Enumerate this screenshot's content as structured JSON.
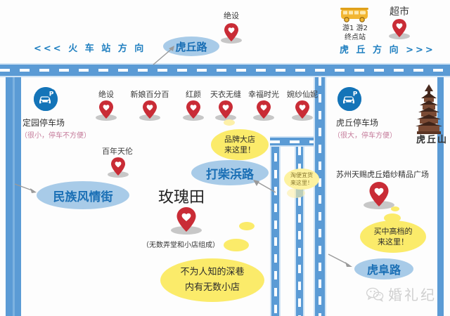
{
  "map": {
    "directions": [
      {
        "name": "train-station-direction",
        "text": "<<< 火 车 站 方 向"
      },
      {
        "name": "huqiu-direction",
        "text": "虎 丘 方 向  >>>"
      }
    ],
    "road_labels": [
      {
        "name": "huqiu-road",
        "text": "虎丘路"
      },
      {
        "name": "dachaibang-road",
        "text": "打柴浜路"
      },
      {
        "name": "minzu-street",
        "text": "民族风情街"
      },
      {
        "name": "hufu-road",
        "text": "虎阜路"
      }
    ],
    "parking": [
      {
        "name": "dingyuan-parking",
        "label": "定园停车场",
        "note": "（很小，停车不方便）",
        "icon": "parking-car-icon"
      },
      {
        "name": "huqiu-parking",
        "label": "虎丘停车场",
        "note": "（很大，停车方便）",
        "icon": "parking-car-icon"
      }
    ],
    "bus_stop": {
      "icon": "bus-icon",
      "line1": "游1 游2",
      "line2": "终点站"
    },
    "supermarket": {
      "label": "超市",
      "icon": "map-pin-icon"
    },
    "landmark": {
      "label": "虎丘山",
      "icon": "pagoda-icon"
    },
    "top_shop": {
      "label": "绝设",
      "icon": "map-pin-icon"
    },
    "shops_row": [
      {
        "label": "绝设"
      },
      {
        "label": "新娘百分百"
      },
      {
        "label": "红颜"
      },
      {
        "label": "天衣无缝"
      },
      {
        "label": "幸福时光"
      },
      {
        "label": "婉纱仙妮"
      }
    ],
    "shop_bainian": {
      "label": "百年天伦"
    },
    "center_area": {
      "title": "玫瑰田",
      "note": "（无数弄堂和小店组成）"
    },
    "plaza": {
      "label": "苏州天赐虎丘婚纱精品广场"
    },
    "callouts": [
      {
        "name": "callout-brand-stores",
        "line1": "品牌大店",
        "line2": "来这里！"
      },
      {
        "name": "callout-cheap-goods",
        "line1": "淘便宜货",
        "line2": "来这里！"
      },
      {
        "name": "callout-midhigh-end",
        "line1": "买中高档的",
        "line2": "来这里！"
      },
      {
        "name": "callout-hidden-alley",
        "line1": "不为人知的深巷",
        "line2": "内有无数小店"
      }
    ],
    "watermark": {
      "text": "婚礼纪",
      "icon": "wechat-icon"
    },
    "colors": {
      "road": "#5b9bd5",
      "road_edge": "#cfe3f5",
      "pill": "#a8cbe8",
      "pill_text": "#1a6fb5",
      "direction_text": "#1f7fc0",
      "callout": "#fbeb6a",
      "pin": "#c92c36",
      "parking_icon": "#1474b8",
      "bus": "#f2b632",
      "note_text": "#c57b9a"
    }
  }
}
